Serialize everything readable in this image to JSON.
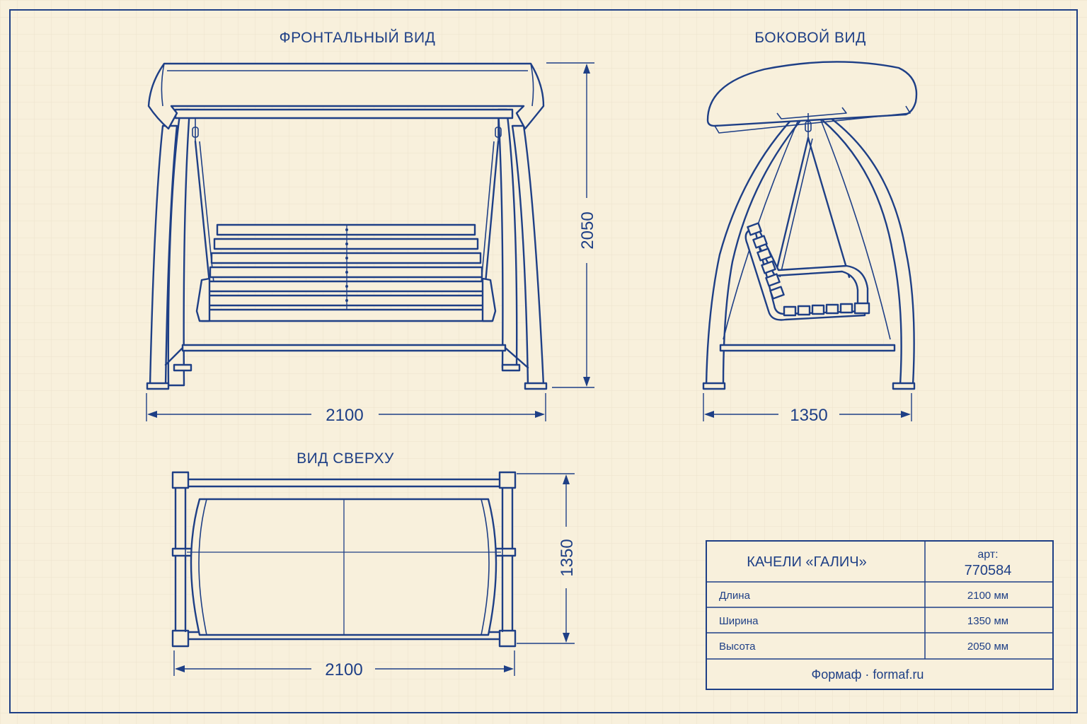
{
  "views": {
    "front_title": "ФРОНТАЛЬНЫЙ ВИД",
    "side_title": "БОКОВОЙ ВИД",
    "top_title": "ВИД СВЕРХУ"
  },
  "dimensions": {
    "front_width": "2100",
    "front_height": "2050",
    "side_width": "1350",
    "top_width": "2100",
    "top_depth": "1350"
  },
  "title_block": {
    "product_name": "КАЧЕЛИ «ГАЛИЧ»",
    "article_label": "арт:",
    "article_number": "770584",
    "rows": [
      {
        "label": "Длина",
        "value": "2100 мм"
      },
      {
        "label": "Ширина",
        "value": "1350 мм"
      },
      {
        "label": "Высота",
        "value": "2050 мм"
      }
    ],
    "footer": "Формаф · formaf.ru"
  },
  "colors": {
    "background": "#f8f0dc",
    "ink": "#1e3f86",
    "grid": "#eadfca"
  }
}
